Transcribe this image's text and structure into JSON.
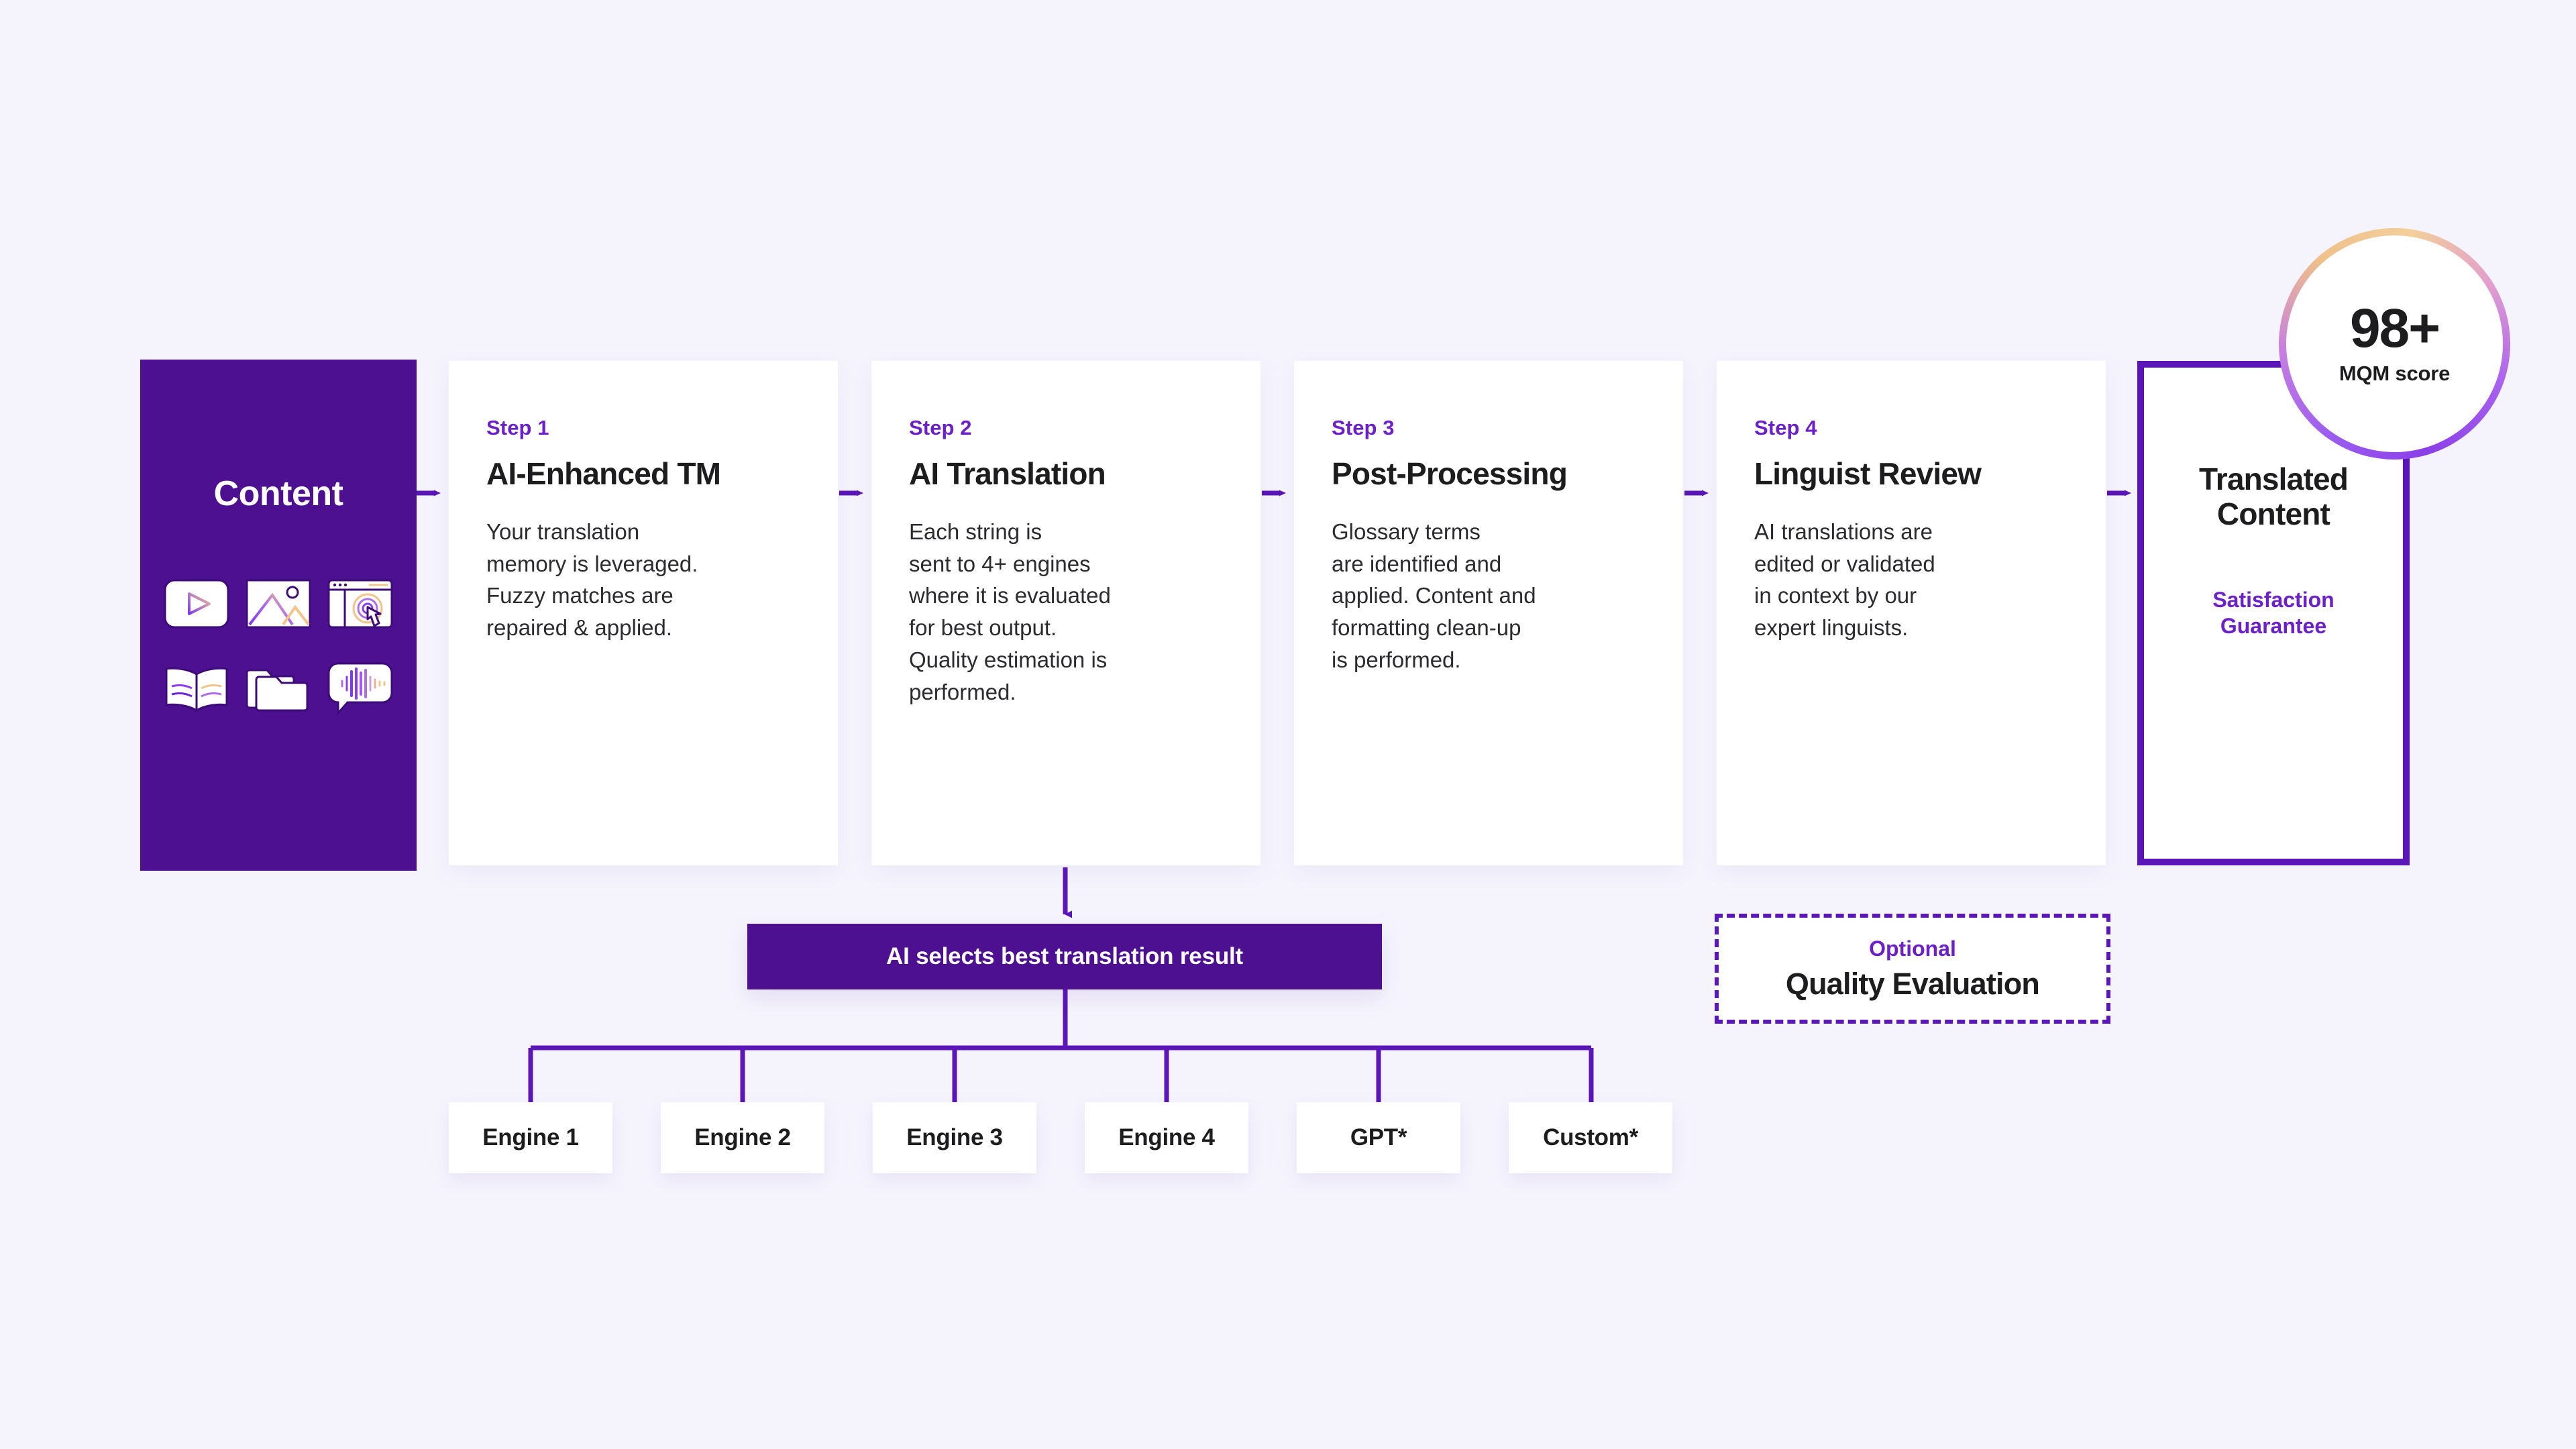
{
  "theme": {
    "background": "#f5f4fd",
    "brand_purple": "#4c1091",
    "accent_purple": "#6b21c7",
    "line_purple": "#5b16b8",
    "card_white": "#ffffff",
    "text_dark": "#1d1d1f"
  },
  "content_panel": {
    "title": "Content",
    "icons": [
      {
        "name": "video-icon",
        "label": "video"
      },
      {
        "name": "image-icon",
        "label": "image"
      },
      {
        "name": "web-click-icon",
        "label": "web"
      },
      {
        "name": "book-icon",
        "label": "book"
      },
      {
        "name": "folder-icon",
        "label": "documents"
      },
      {
        "name": "audio-icon",
        "label": "audio"
      }
    ]
  },
  "steps": [
    {
      "kicker": "Step 1",
      "title": "AI-Enhanced TM",
      "desc": "Your translation\nmemory is leveraged.\nFuzzy matches are\nrepaired & applied."
    },
    {
      "kicker": "Step 2",
      "title": "AI Translation",
      "desc": "Each string is\nsent to 4+ engines\nwhere it is evaluated\nfor best output.\nQuality estimation is\nperformed."
    },
    {
      "kicker": "Step 3",
      "title": "Post-Processing",
      "desc": "Glossary terms\nare identified and\napplied. Content and\nformatting clean-up\nis performed."
    },
    {
      "kicker": "Step 4",
      "title": "Linguist Review",
      "desc": "AI translations are\nedited or validated\nin context by our\nexpert linguists."
    }
  ],
  "final": {
    "title": "Translated\nContent",
    "subtitle": "Satisfaction\nGuarantee"
  },
  "badge": {
    "score": "98+",
    "label": "MQM score"
  },
  "select_bar": {
    "label": "AI selects best translation result"
  },
  "engines": [
    {
      "label": "Engine 1"
    },
    {
      "label": "Engine 2"
    },
    {
      "label": "Engine 3"
    },
    {
      "label": "Engine 4"
    },
    {
      "label": "GPT*"
    },
    {
      "label": "Custom*"
    }
  ],
  "quality_evaluation": {
    "kicker": "Optional",
    "title": "Quality Evaluation"
  }
}
